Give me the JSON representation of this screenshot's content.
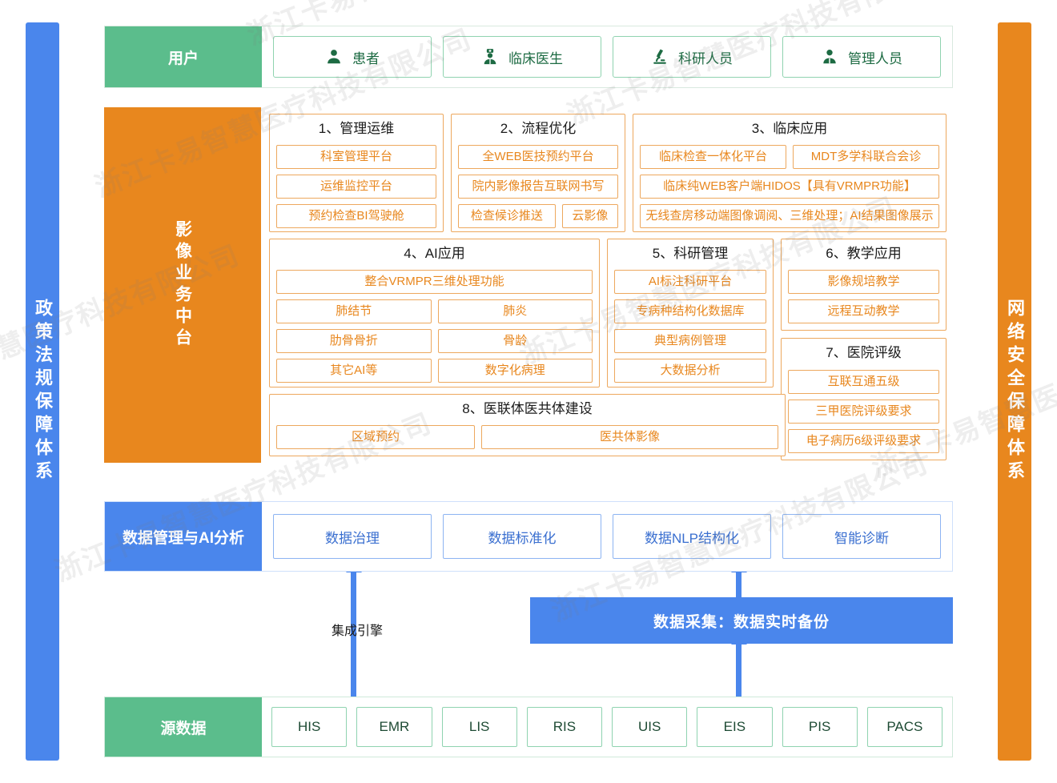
{
  "side": {
    "left_label": "政策法规保障体系",
    "right_label": "网络安全保障体系",
    "left_color": "#4a86ec",
    "right_color": "#e8871e"
  },
  "watermark": {
    "text": "浙江卡易智慧医疗科技有限公司"
  },
  "user_row": {
    "label": "用户",
    "color": "#5bbd8c",
    "items": [
      {
        "label": "患者",
        "icon": "person-icon"
      },
      {
        "label": "临床医生",
        "icon": "doctor-icon"
      },
      {
        "label": "科研人员",
        "icon": "microscope-icon"
      },
      {
        "label": "管理人员",
        "icon": "manager-icon"
      }
    ]
  },
  "mid_row": {
    "label": "影像业务中台",
    "color": "#e8871e",
    "groups": [
      {
        "id": "grp1",
        "title": "1、管理运维",
        "rows": [
          [
            "科室管理平台"
          ],
          [
            "运维监控平台"
          ],
          [
            "预约检查BI驾驶舱"
          ]
        ]
      },
      {
        "id": "grp2",
        "title": "2、流程优化",
        "rows": [
          [
            "全WEB医技预约平台"
          ],
          [
            "院内影像报告互联网书写"
          ],
          [
            "检查候诊推送",
            "云影像"
          ]
        ]
      },
      {
        "id": "grp3",
        "title": "3、临床应用",
        "rows": [
          [
            "临床检查一体化平台",
            "MDT多学科联合会诊"
          ],
          [
            "临床纯WEB客户端HIDOS【具有VRMPR功能】"
          ],
          [
            "无线查房移动端图像调阅、三维处理；AI结果图像展示"
          ]
        ]
      },
      {
        "id": "grp4",
        "title": "4、AI应用",
        "rows": [
          [
            "整合VRMPR三维处理功能"
          ],
          [
            "肺结节",
            "肺炎"
          ],
          [
            "肋骨骨折",
            "骨龄"
          ],
          [
            "其它AI等",
            "数字化病理"
          ]
        ]
      },
      {
        "id": "grp5",
        "title": "5、科研管理",
        "rows": [
          [
            "AI标注科研平台"
          ],
          [
            "专病种结构化数据库"
          ],
          [
            "典型病例管理"
          ],
          [
            "大数据分析"
          ]
        ]
      },
      {
        "id": "grp6",
        "title": "6、教学应用",
        "rows": [
          [
            "影像规培教学"
          ],
          [
            "远程互动教学"
          ]
        ]
      },
      {
        "id": "grp7",
        "title": "7、医院评级",
        "rows": [
          [
            "互联互通五级"
          ],
          [
            "三甲医院评级要求"
          ],
          [
            "电子病历6级评级要求"
          ]
        ]
      },
      {
        "id": "grp8",
        "title": "8、医联体医共体建设",
        "rows": [
          [
            "区域预约",
            "医共体影像"
          ]
        ]
      }
    ]
  },
  "data_row": {
    "label": "数据管理与AI分析",
    "color": "#4a86ec",
    "items": [
      "数据治理",
      "数据标准化",
      "数据NLP结构化",
      "智能诊断"
    ]
  },
  "gap": {
    "engine_label": "集成引擎",
    "capture_label": "数据采集：数据实时备份",
    "arrow_color": "#4a86ec"
  },
  "src_row": {
    "label": "源数据",
    "color": "#5bbd8c",
    "items": [
      "HIS",
      "EMR",
      "LIS",
      "RIS",
      "UIS",
      "EIS",
      "PIS",
      "PACS"
    ]
  }
}
